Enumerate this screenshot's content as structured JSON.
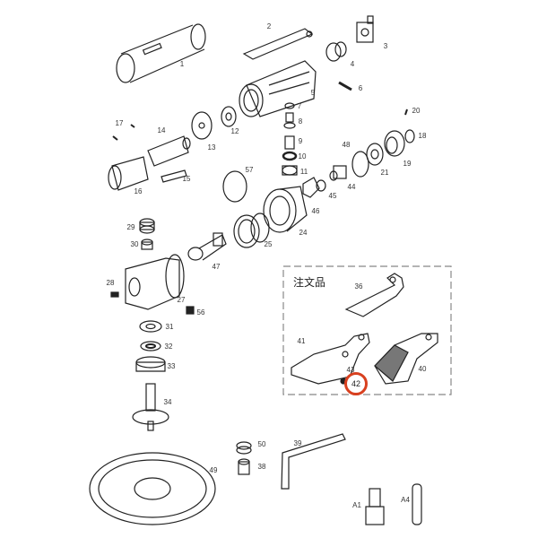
{
  "diagram": {
    "order_box_title": "注文品",
    "highlighted_part": "42",
    "highlight_color": "#d8401f",
    "part_labels": [
      "1",
      "2",
      "3",
      "4",
      "5",
      "6",
      "7",
      "8",
      "9",
      "10",
      "11",
      "12",
      "13",
      "14",
      "15",
      "16",
      "17",
      "18",
      "19",
      "20",
      "21",
      "24",
      "25",
      "27",
      "28",
      "29",
      "30",
      "31",
      "32",
      "33",
      "34",
      "36",
      "38",
      "39",
      "40",
      "41",
      "43",
      "44",
      "45",
      "46",
      "47",
      "48",
      "49",
      "50",
      "56",
      "57",
      "A1",
      "A4"
    ]
  }
}
